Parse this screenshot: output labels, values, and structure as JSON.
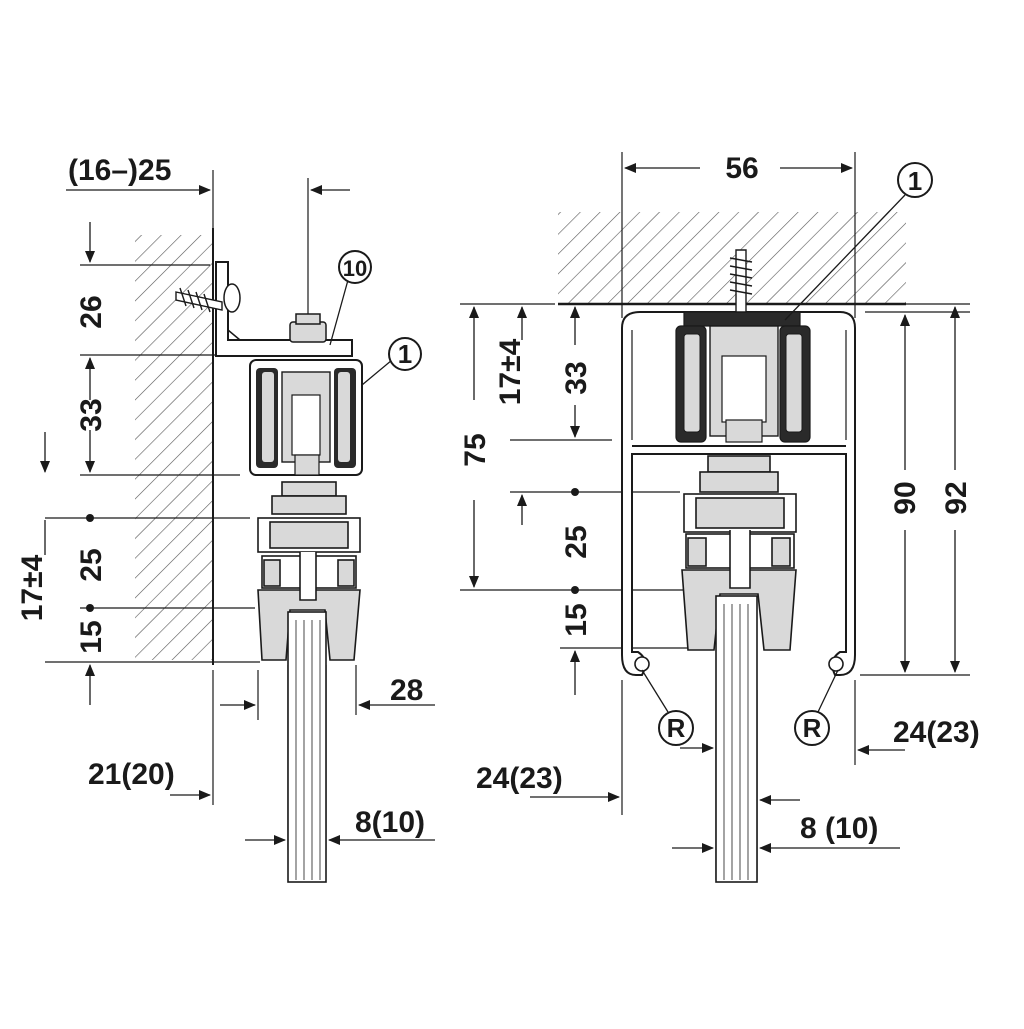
{
  "left_view": {
    "wall_depth": "(16–)25",
    "dim_26": "26",
    "dim_33": "33",
    "dim_17": "17±4",
    "dim_25": "25",
    "dim_15": "15",
    "dim_28": "28",
    "dim_21": "21(20)",
    "dim_8": "8(10)",
    "callout_10": "10",
    "callout_1": "1"
  },
  "right_view": {
    "dim_56": "56",
    "callout_1": "1",
    "dim_17": "17±4",
    "dim_33": "33",
    "dim_75": "75",
    "dim_25": "25",
    "dim_15": "15",
    "dim_90": "90",
    "dim_92": "92",
    "callout_R_left": "R",
    "callout_R_right": "R",
    "dim_24_left": "24(23)",
    "dim_24_right": "24(23)",
    "dim_8": "8 (10)"
  },
  "colors": {
    "line": "#1a1a1a",
    "part_fill": "#d9d9d9",
    "part_dark": "#2a2a2a",
    "background": "#ffffff"
  }
}
